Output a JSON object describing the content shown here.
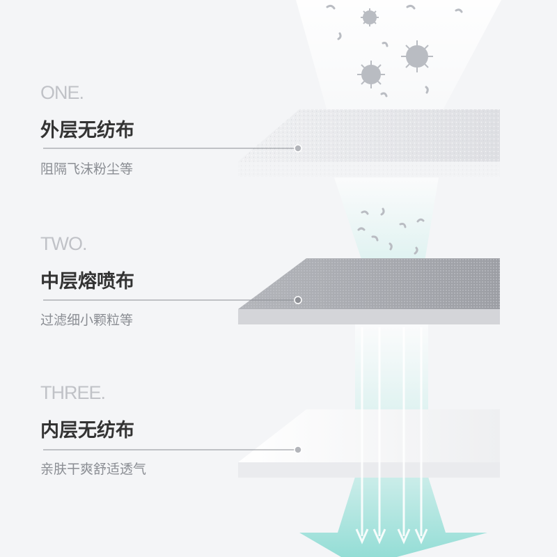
{
  "layers": [
    {
      "number": "ONE.",
      "title": "外层无纺布",
      "description": "阻隔飞沫粉尘等"
    },
    {
      "number": "TWO.",
      "title": "中层熔喷布",
      "description": "过滤细小颗粒等"
    },
    {
      "number": "THREE.",
      "title": "内层无纺布",
      "description": "亲肤干爽舒适透气"
    }
  ],
  "colors": {
    "background": "#f4f5f7",
    "outer_fabric": "#e8e9ec",
    "middle_fabric": "#a9abb0",
    "inner_fabric": "#f7f7f8",
    "airflow_clean": "#9ee0da",
    "particle": "#b9bcc2",
    "text_dark": "#333333",
    "text_muted": "#8a8d93",
    "number_text": "#c0c2c7"
  },
  "icons": [
    "virus-icon",
    "bacteria-icon",
    "arrow-down-icon",
    "dot-marker-icon"
  ]
}
